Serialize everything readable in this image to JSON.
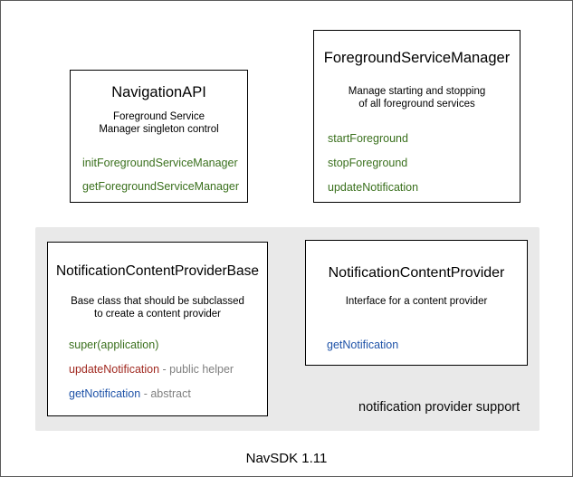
{
  "colors": {
    "green": "#3a701d",
    "red": "#a12a21",
    "blue": "#1f53a8",
    "muted": "#7f7f7f",
    "panel_bg": "#e9e9e9"
  },
  "boxes": {
    "navigation_api": {
      "title": "NavigationAPI",
      "description_lines": [
        "Foreground Service",
        "Manager singleton control"
      ],
      "methods": [
        {
          "name": "initForegroundServiceManager",
          "color": "green"
        },
        {
          "name": "getForegroundServiceManager",
          "color": "green"
        }
      ]
    },
    "foreground_service_manager": {
      "title": "ForegroundServiceManager",
      "description_lines": [
        "Manage starting and stopping",
        "of all foreground services"
      ],
      "methods": [
        {
          "name": "startForeground",
          "color": "green"
        },
        {
          "name": "stopForeground",
          "color": "green"
        },
        {
          "name": "updateNotification",
          "color": "green"
        }
      ]
    },
    "notification_content_provider_base": {
      "title": "NotificationContentProviderBase",
      "description_lines": [
        "Base class that should be subclassed",
        "to create a content provider"
      ],
      "methods": [
        {
          "name": "super(application)",
          "color": "green",
          "suffix": ""
        },
        {
          "name": "updateNotification",
          "color": "red",
          "suffix": " - public helper"
        },
        {
          "name": "getNotification",
          "color": "blue",
          "suffix": " - abstract"
        }
      ]
    },
    "notification_content_provider": {
      "title": "NotificationContentProvider",
      "description_lines": [
        "Interface for a content provider"
      ],
      "methods": [
        {
          "name": "getNotification",
          "color": "blue"
        }
      ]
    }
  },
  "panel": {
    "label": "notification provider support"
  },
  "footer": {
    "label": "NavSDK 1.11"
  }
}
